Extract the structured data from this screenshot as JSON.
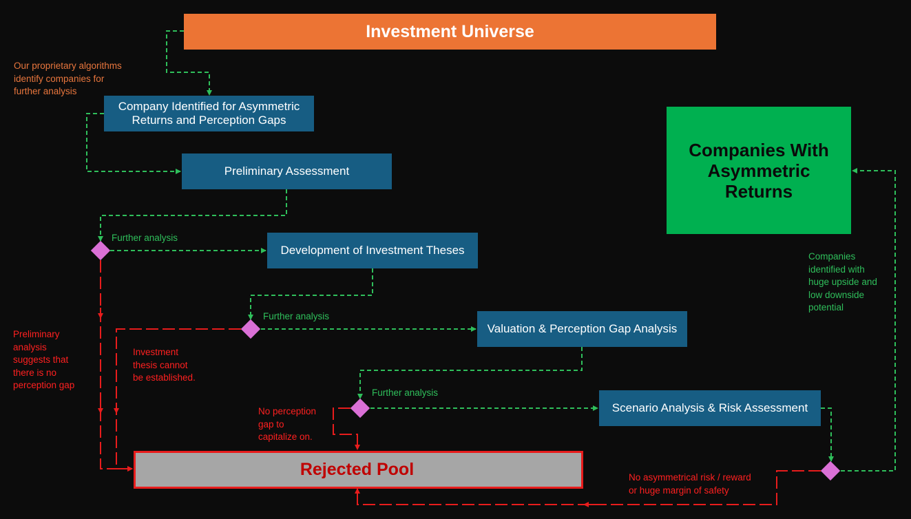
{
  "boxes": {
    "investment_universe": "Investment Universe",
    "company_identified": "Company Identified for Asymmetric Returns and Perception Gaps",
    "preliminary_assessment": "Preliminary Assessment",
    "development_theses": "Development of Investment Theses",
    "valuation_gap": "Valuation & Perception Gap Analysis",
    "scenario_analysis": "Scenario Analysis & Risk Assessment",
    "asymmetric_returns": "Companies With Asymmetric Returns",
    "rejected_pool": "Rejected Pool"
  },
  "annotations": {
    "algorithms": "Our proprietary algorithms\nidentify companies for\nfurther analysis",
    "further_1": "Further analysis",
    "further_2": "Further analysis",
    "further_3": "Further analysis",
    "companies_identified": "Companies\nidentified with\nhuge upside and\nlow downside\npotential",
    "no_gap_prelim": "Preliminary\nanalysis\nsuggests that\nthere is no\nperception gap",
    "thesis_not_established": "Investment\nthesis cannot\nbe established.",
    "no_gap_capitalize": "No perception\ngap to\ncapitalize on.",
    "no_asymmetric": "No asymmetrical risk / reward\nor huge margin of safety"
  },
  "colors": {
    "background": "#0c0c0c",
    "orange": "#ec7434",
    "blue_box": "#175d83",
    "green_box": "#00b050",
    "gray_box": "#a6a6a6",
    "green_flow": "#2fbf5b",
    "red_flow": "#e81c1c",
    "decision": "#da70d6"
  }
}
